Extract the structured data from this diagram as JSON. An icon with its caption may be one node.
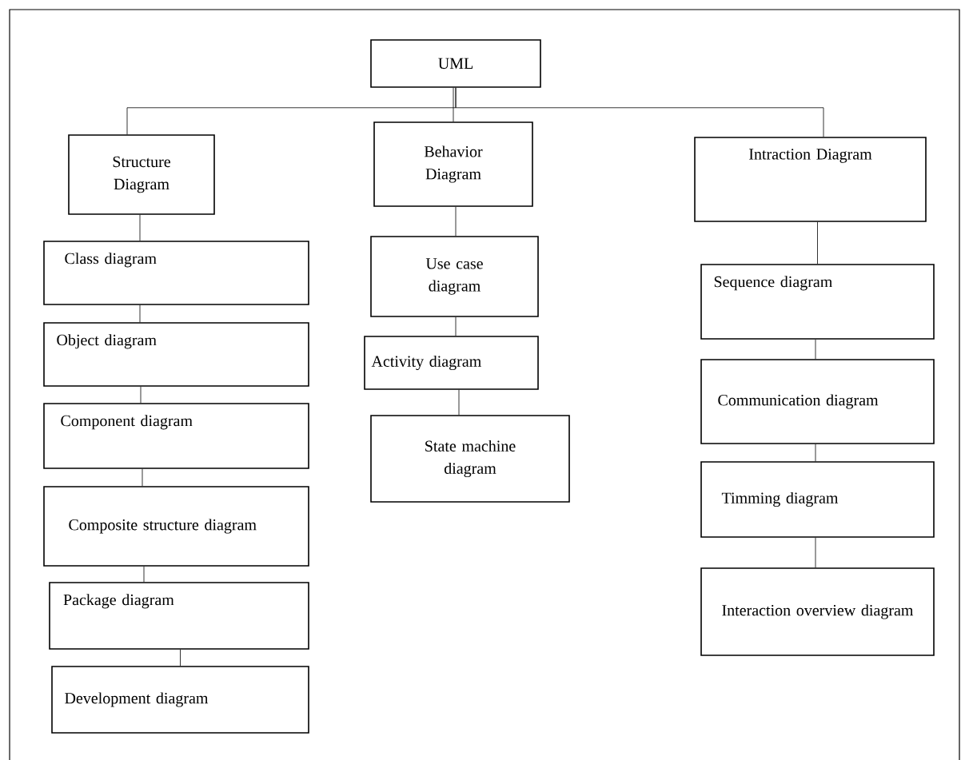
{
  "diagram": {
    "nodes": [
      {
        "text": [
          "UML"
        ]
      },
      {
        "text": [
          "Structure Diagram"
        ]
      },
      {
        "text": [
          "Behavior Diagram"
        ]
      },
      {
        "text": [
          "Intraction Diagram"
        ]
      },
      {
        "text": [
          "Class diagram"
        ]
      },
      {
        "text": [
          "Object diagram"
        ]
      },
      {
        "text": [
          "Component diagram"
        ]
      },
      {
        "text": [
          "Composite structure diagram"
        ]
      },
      {
        "text": [
          "Package diagram"
        ]
      },
      {
        "text": [
          "Development diagram"
        ]
      },
      {
        "text": [
          "Use case diagram"
        ]
      },
      {
        "text": [
          "Activity diagram"
        ]
      },
      {
        "text": [
          "State machine diagram"
        ]
      },
      {
        "text": [
          "Sequence diagram"
        ]
      },
      {
        "text": [
          "Communication diagram"
        ]
      },
      {
        "text": [
          "Timming diagram"
        ]
      },
      {
        "text": [
          "Interaction overview diagram"
        ]
      }
    ],
    "edges": [
      {
        "from": 0,
        "to": 1,
        "arrow": "none"
      },
      {
        "from": 0,
        "to": 2,
        "arrow": "none"
      },
      {
        "from": 0,
        "to": 3,
        "arrow": "none"
      },
      {
        "from": 1,
        "to": 4,
        "arrow": "none"
      },
      {
        "from": 4,
        "to": 5,
        "arrow": "none"
      },
      {
        "from": 5,
        "to": 6,
        "arrow": "none"
      },
      {
        "from": 6,
        "to": 7,
        "arrow": "none"
      },
      {
        "from": 7,
        "to": 8,
        "arrow": "none"
      },
      {
        "from": 8,
        "to": 9,
        "arrow": "none"
      },
      {
        "from": 2,
        "to": 10,
        "arrow": "none"
      },
      {
        "from": 10,
        "to": 11,
        "arrow": "none"
      },
      {
        "from": 11,
        "to": 12,
        "arrow": "none"
      },
      {
        "from": 3,
        "to": 13,
        "arrow": "none"
      },
      {
        "from": 13,
        "to": 14,
        "arrow": "none"
      },
      {
        "from": 14,
        "to": 15,
        "arrow": "none"
      },
      {
        "from": 15,
        "to": 16,
        "arrow": "none"
      }
    ]
  }
}
